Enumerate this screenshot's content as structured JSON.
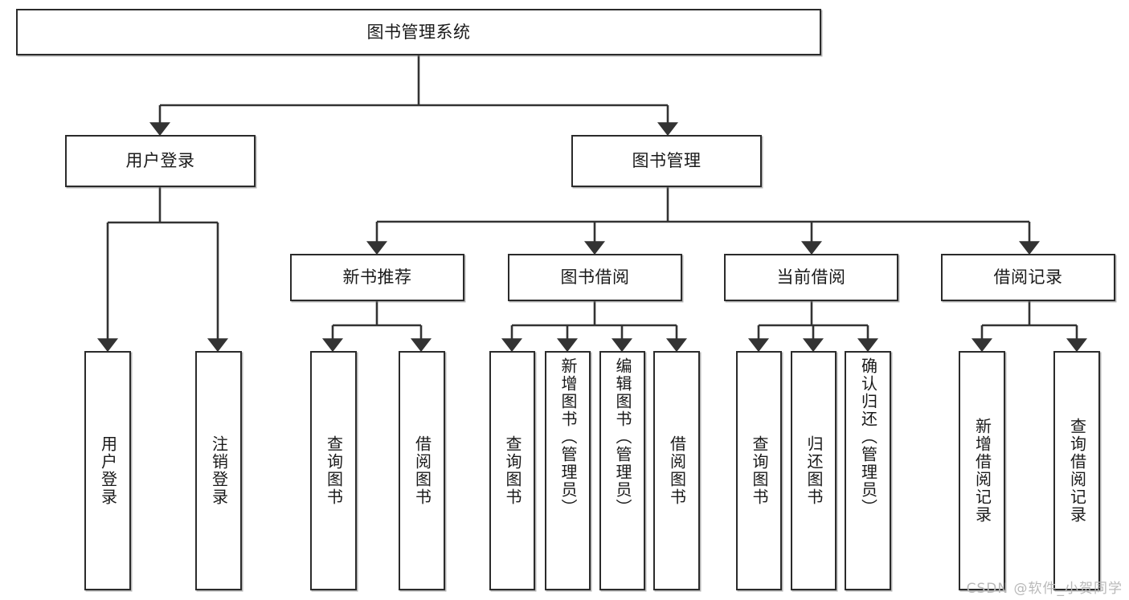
{
  "diagram": {
    "title": "图书管理系统",
    "type": "tree-hierarchy-diagram",
    "watermark": "CSDN @软件_小贺同学",
    "colors": {
      "box_border": "#2b2b2b",
      "box_fill": "#ffffff",
      "text": "#1a1a1a",
      "connector": "#333333",
      "watermark": "#b9b9b9"
    },
    "levels": {
      "root": {
        "label": "图书管理系统"
      },
      "level2": [
        {
          "id": "user-login",
          "label": "用户登录"
        },
        {
          "id": "book-management",
          "label": "图书管理"
        }
      ],
      "level3": [
        {
          "id": "new-book-recommend",
          "label": "新书推荐",
          "parent": "book-management"
        },
        {
          "id": "book-borrow",
          "label": "图书借阅",
          "parent": "book-management"
        },
        {
          "id": "current-borrow",
          "label": "当前借阅",
          "parent": "book-management"
        },
        {
          "id": "borrow-record",
          "label": "借阅记录",
          "parent": "book-management"
        }
      ],
      "leaves": [
        {
          "id": "leaf-user-login",
          "label": "用户登录",
          "parent": "user-login"
        },
        {
          "id": "leaf-user-logout",
          "label": "注销登录",
          "parent": "user-login"
        },
        {
          "id": "leaf-query-book-1",
          "label": "查询图书",
          "parent": "new-book-recommend"
        },
        {
          "id": "leaf-borrow-book-1",
          "label": "借阅图书",
          "parent": "new-book-recommend"
        },
        {
          "id": "leaf-query-book-2",
          "label": "查询图书",
          "parent": "book-borrow"
        },
        {
          "id": "leaf-add-book",
          "label": "新增图书（管理员）",
          "parent": "book-borrow"
        },
        {
          "id": "leaf-edit-book",
          "label": "编辑图书（管理员）",
          "parent": "book-borrow"
        },
        {
          "id": "leaf-borrow-book-2",
          "label": "借阅图书",
          "parent": "book-borrow"
        },
        {
          "id": "leaf-query-book-3",
          "label": "查询图书",
          "parent": "current-borrow"
        },
        {
          "id": "leaf-return-book",
          "label": "归还图书",
          "parent": "current-borrow"
        },
        {
          "id": "leaf-confirm-return",
          "label": "确认归还（管理员）",
          "parent": "current-borrow"
        },
        {
          "id": "leaf-add-record",
          "label": "新增借阅记录",
          "parent": "borrow-record"
        },
        {
          "id": "leaf-query-record",
          "label": "查询借阅记录",
          "parent": "borrow-record"
        }
      ]
    }
  }
}
